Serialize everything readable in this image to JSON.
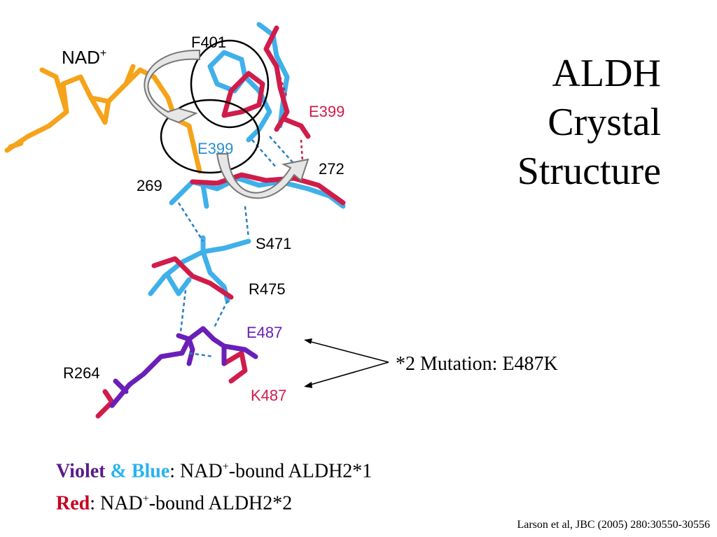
{
  "slide": {
    "title_lines": [
      "ALDH",
      "Crystal",
      "Structure"
    ],
    "colors": {
      "nad": "#f5a31a",
      "blue": "#3fb0ea",
      "red": "#d01c4a",
      "violet": "#6a1fb8",
      "text": "#000000"
    },
    "diagram_labels": {
      "nad": "NAD",
      "nad_sup": "+",
      "f401": "F401",
      "e399_red": "E399",
      "e399_blue": "E399",
      "r272": "272",
      "r269": "269",
      "s471": "S471",
      "r475": "R475",
      "e487": "E487",
      "r264": "R264",
      "k487": "K487"
    },
    "mutation_note": "*2 Mutation: E487K",
    "legend": {
      "line1": {
        "violet": "Violet",
        "blue": " & Blue",
        "colon": ": NAD",
        "sup": "+",
        "rest": "-bound ALDH2*1"
      },
      "line2": {
        "red": "Red",
        "colon": ": NAD",
        "sup": "+",
        "rest": "-bound ALDH2*2"
      }
    },
    "citation": "Larson et al, JBC (2005) 280:30550-30556"
  }
}
